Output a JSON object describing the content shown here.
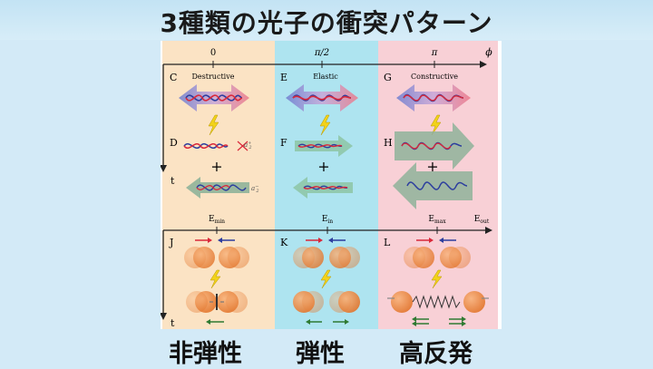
{
  "title": "3種類の光子の衝突パターン",
  "panels": {
    "top_axis_ticks": [
      "0",
      "π/2",
      "π",
      "ϕ"
    ],
    "bottom_axis_ticks": [
      "E",
      "E",
      "E",
      "E"
    ],
    "bottom_axis_subs": [
      "min",
      "in",
      "max",
      "out"
    ],
    "time_label": "t",
    "letters_top": [
      "C",
      "E",
      "G"
    ],
    "letters_mid": [
      "D",
      "F",
      "H"
    ],
    "letters_bottom": [
      "J",
      "K",
      "L"
    ],
    "column_titles": [
      "Destructive",
      "Elastic",
      "Constructive"
    ],
    "plus": "+",
    "a2": "a",
    "a2_sup": "+",
    "a2_sub": "2",
    "a2m": "a",
    "a2m_sup": "−",
    "a2m_sub": "2"
  },
  "captions": [
    "非弾性",
    "弾性",
    "高反発"
  ],
  "colors": {
    "left_column": "#fbe3c4",
    "middle_column": "#aee4f0",
    "right_column": "#f8d0d6",
    "ball": "#f08a3c",
    "red_arrow": "#d9283a",
    "blue_arrow": "#2c3d9e",
    "green_arrow": "#2f7a32",
    "bolt": "#f2d21a"
  }
}
